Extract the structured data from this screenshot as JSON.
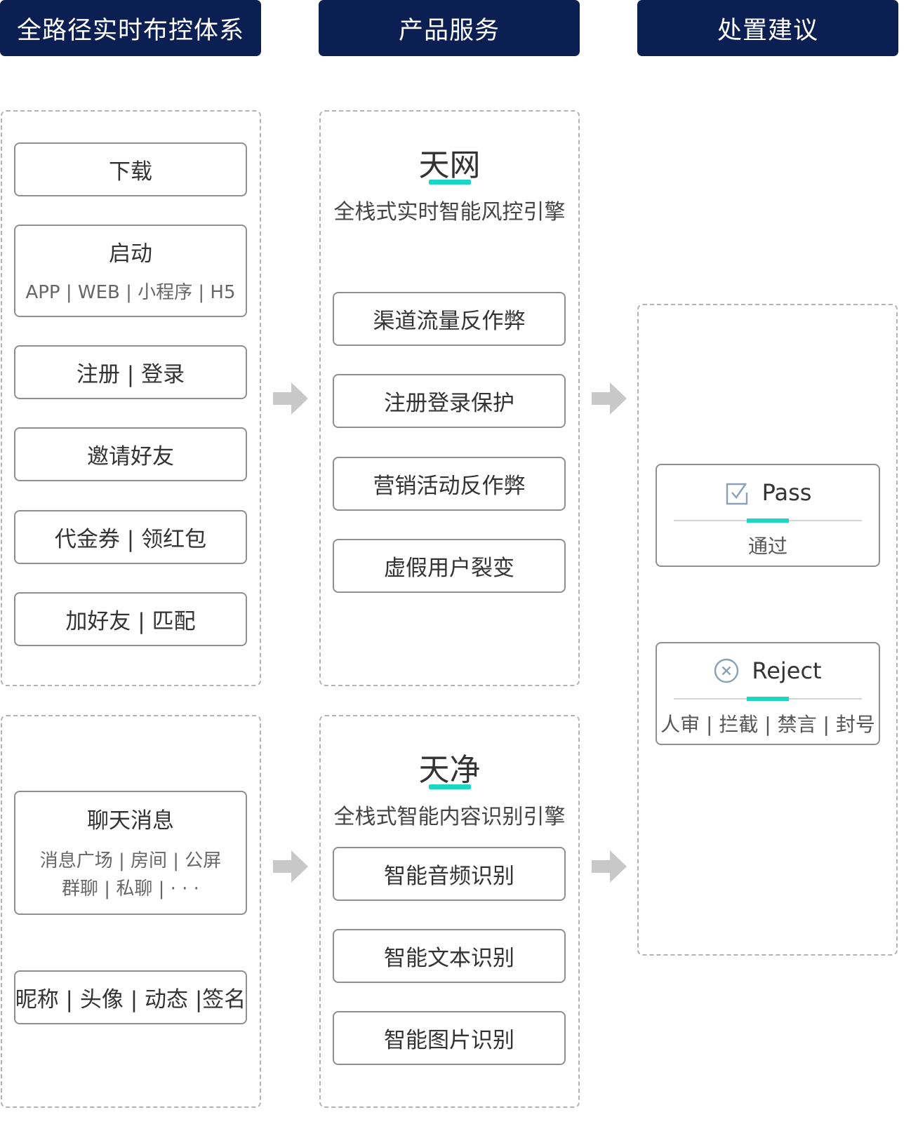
{
  "headers": {
    "col1": "全路径实时布控体系",
    "col2": "产品服务",
    "col3": "处置建议"
  },
  "scenarios_top": [
    {
      "title": "下载"
    },
    {
      "title": "启动",
      "sub": "APP | WEB | 小程序 | H5"
    },
    {
      "title": "注册 | 登录"
    },
    {
      "title": "邀请好友"
    },
    {
      "title": "代金券 | 领红包"
    },
    {
      "title": "加好友 | 匹配"
    }
  ],
  "scenarios_bottom": [
    {
      "title": "聊天消息",
      "sub1": "消息广场 | 房间 | 公屏",
      "sub2": "群聊 | 私聊 | · · ·"
    },
    {
      "title": "昵称 | 头像 | 动态 |签名"
    }
  ],
  "engine_risk": {
    "name": "天网",
    "desc": "全栈式实时智能风控引擎",
    "items": [
      "渠道流量反作弊",
      "注册登录保护",
      "营销活动反作弊",
      "虚假用户裂变"
    ]
  },
  "engine_content": {
    "name": "天净",
    "desc": "全栈式智能内容识别引擎",
    "items": [
      "智能音频识别",
      "智能文本识别",
      "智能图片识别"
    ]
  },
  "results": {
    "pass": {
      "label": "Pass",
      "sub": "通过",
      "icon": "check-square-icon"
    },
    "reject": {
      "label": "Reject",
      "sub": "人审 | 拦截 | 禁言 | 封号",
      "icon": "x-circle-icon"
    }
  },
  "colors": {
    "header_bg": "#0c1f52",
    "accent": "#1cd6c4",
    "arrow": "#c8c8c8"
  }
}
